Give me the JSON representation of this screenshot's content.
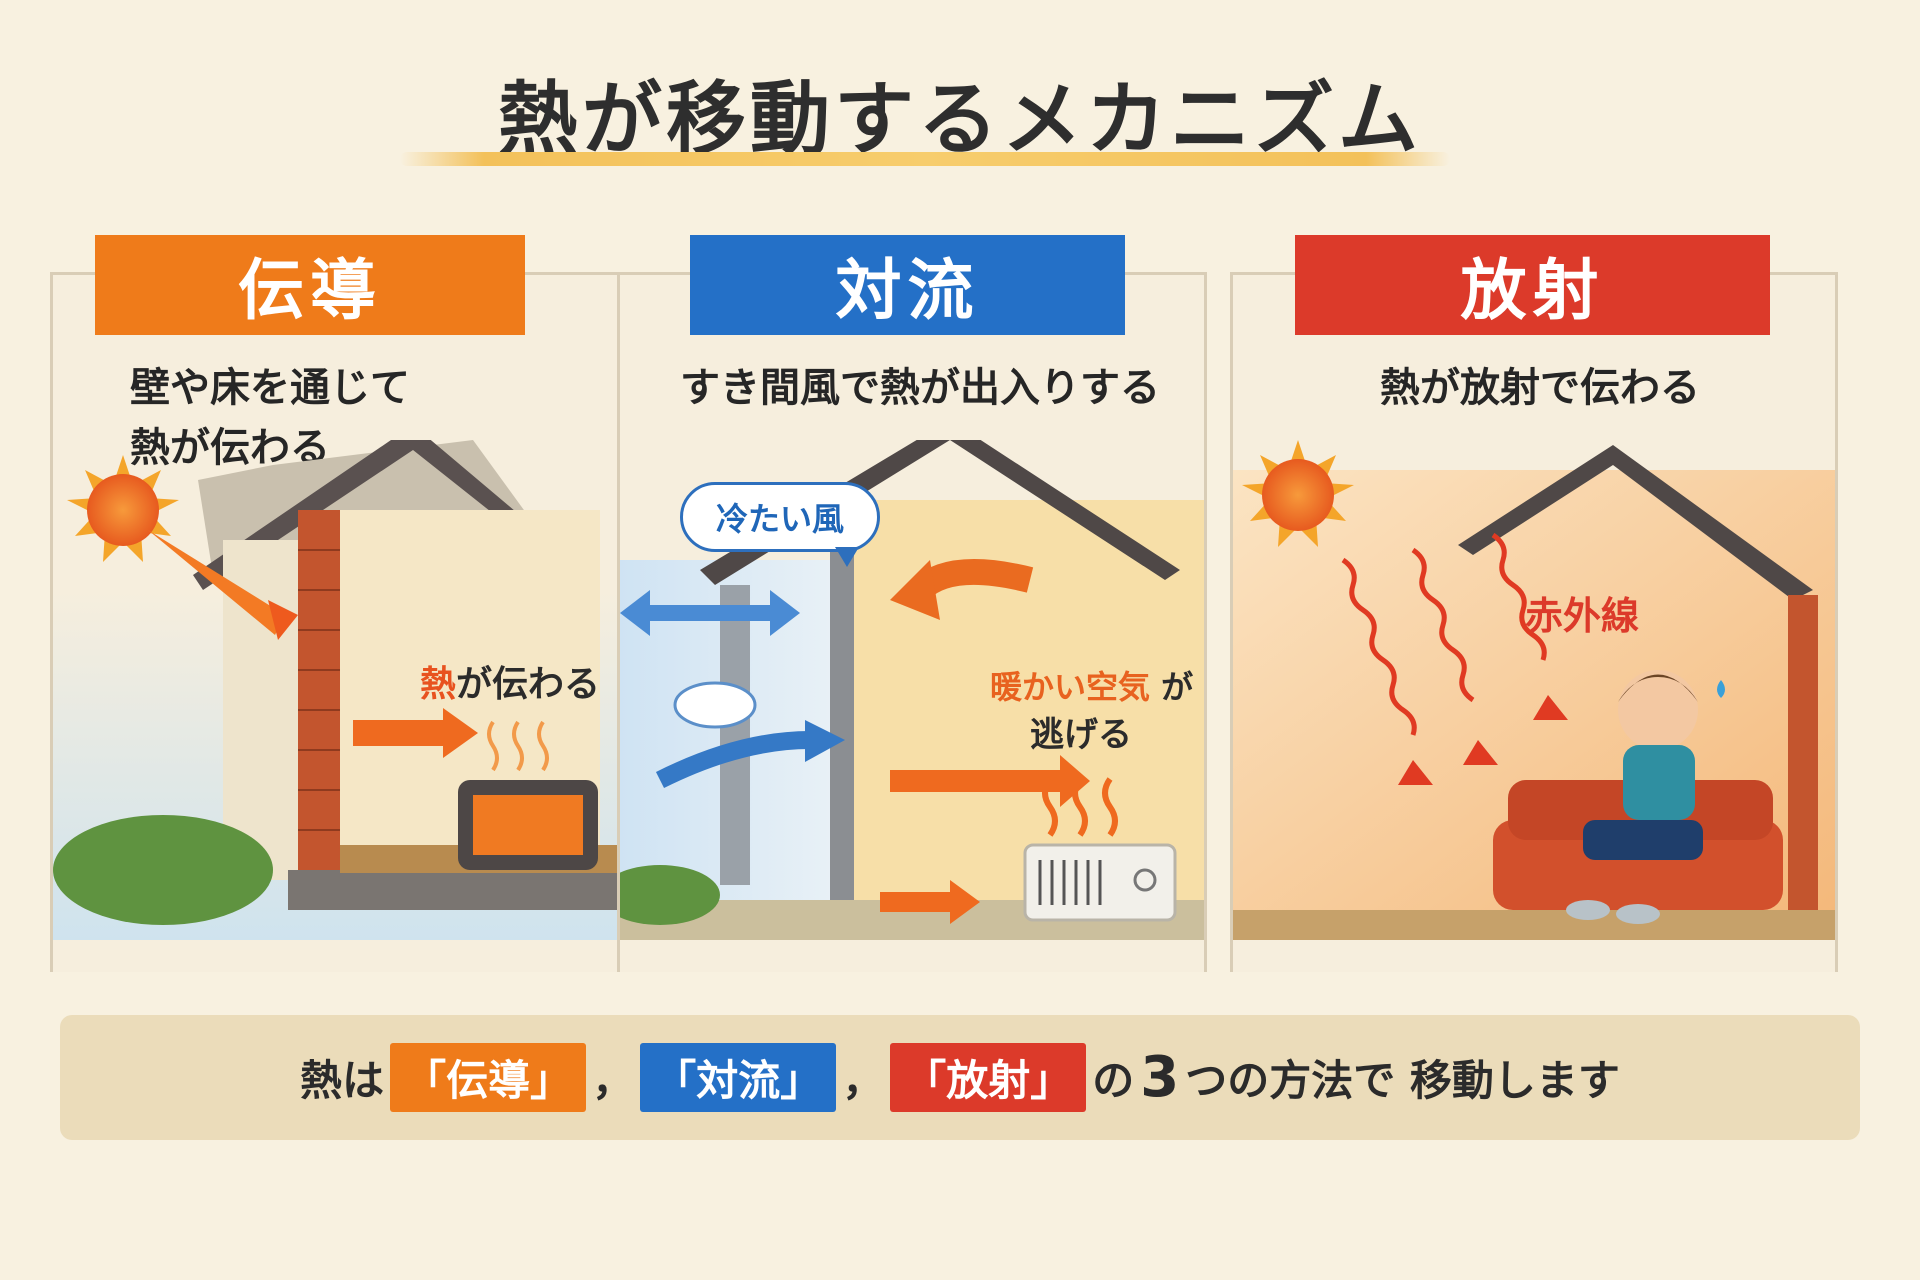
{
  "title": "熱が移動するメカニズム",
  "panels": [
    {
      "heading": "伝導",
      "description_lines": [
        "壁や床を通じて",
        "熱が伝わる"
      ],
      "scene_label_highlight": "熱",
      "scene_label_rest": "が伝わる",
      "color": "#ef7b1a"
    },
    {
      "heading": "対流",
      "description_lines": [
        "すき間風で熱が出入りする"
      ],
      "bubble": "冷たい風",
      "warm_air_label": "暖かい空気",
      "warm_air_particle": "が",
      "escape_label": "逃げる",
      "color": "#2470c7"
    },
    {
      "heading": "放射",
      "description_lines": [
        "熱が放射で伝わる"
      ],
      "ray_label": "赤外線",
      "color": "#dc3a2a"
    }
  ],
  "footer": {
    "prefix": "熱は",
    "tag1": "「伝導」",
    "sep1": "，",
    "tag2": "「対流」",
    "sep2": "，",
    "tag3": "「放射」",
    "mid": "の",
    "number": "3",
    "suffix": "つの方法で 移動します"
  }
}
